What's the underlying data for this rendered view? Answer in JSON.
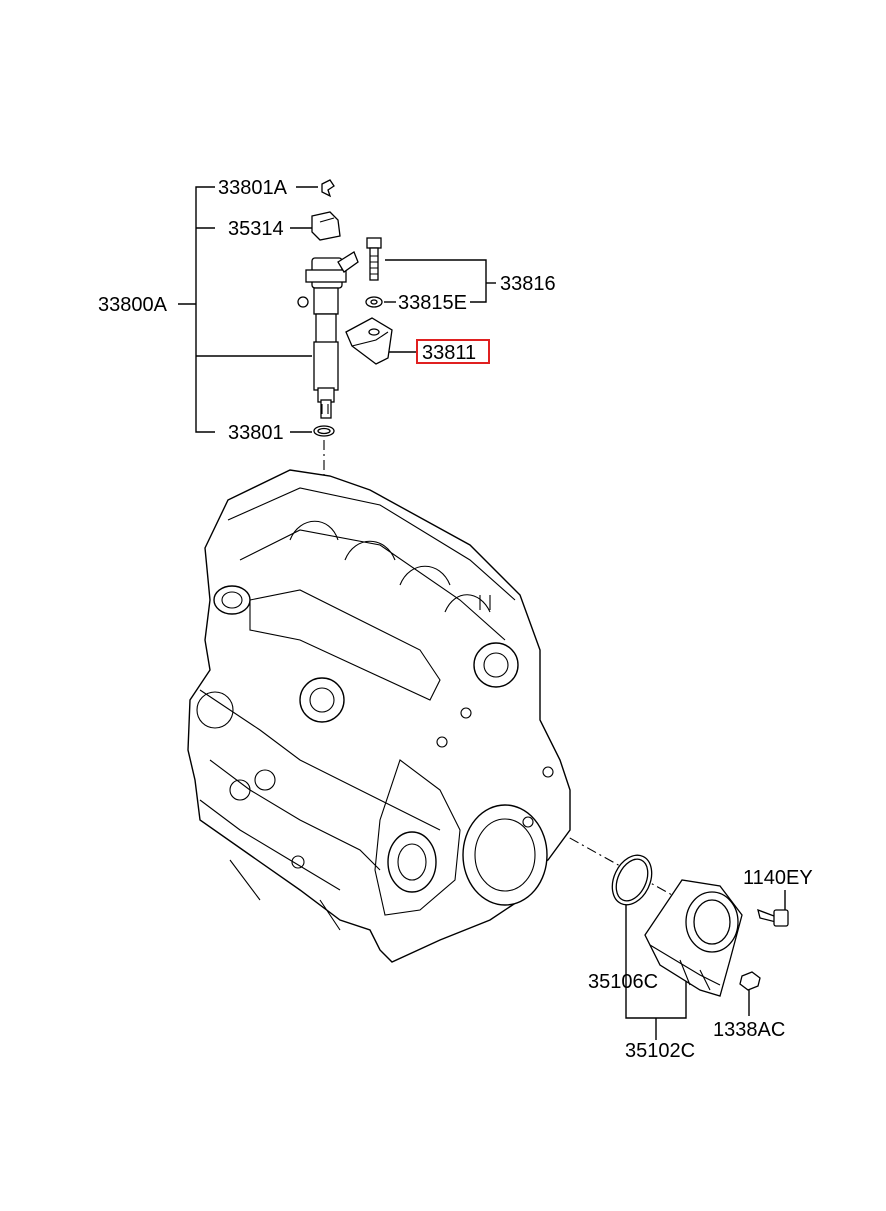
{
  "parts": {
    "p33801A": "33801A",
    "p35314": "35314",
    "p33800A": "33800A",
    "p33816": "33816",
    "p33815E": "33815E",
    "p33811": "33811",
    "p33801": "33801",
    "p1140EY": "1140EY",
    "p35106C": "35106C",
    "p1338AC": "1338AC",
    "p35102C": "35102C"
  },
  "highlight": {
    "part": "33811",
    "color": "#e02020"
  }
}
